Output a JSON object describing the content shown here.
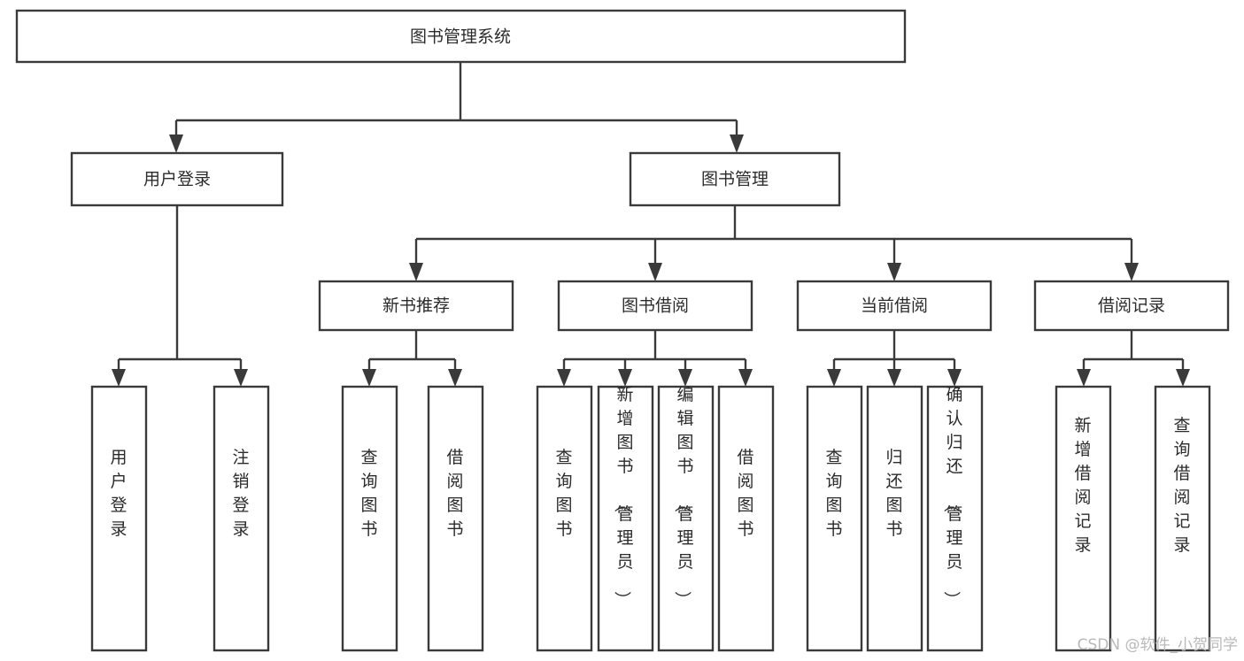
{
  "diagram": {
    "title": "图书管理系统",
    "type": "tree-hierarchy-chart",
    "orientation": "top-down",
    "colors": {
      "box_stroke": "#3a3a3a",
      "box_fill": "#ffffff",
      "connector": "#3a3a3a",
      "text": "#2b2b2b",
      "background": "#ffffff",
      "watermark": "#b9b9b9"
    },
    "root": {
      "label": "图书管理系统"
    },
    "level2": [
      {
        "label": "用户登录"
      },
      {
        "label": "图书管理"
      }
    ],
    "level3": [
      {
        "label": "新书推荐"
      },
      {
        "label": "图书借阅"
      },
      {
        "label": "当前借阅"
      },
      {
        "label": "借阅记录"
      }
    ],
    "leaves": {
      "user_login": [
        {
          "label": "用户登录"
        },
        {
          "label": "注销登录"
        }
      ],
      "new_book_recommend": [
        {
          "label": "查询图书"
        },
        {
          "label": "借阅图书"
        }
      ],
      "book_borrow": [
        {
          "label": "查询图书"
        },
        {
          "label": "新增图书（管理员）"
        },
        {
          "label": "编辑图书（管理员）"
        },
        {
          "label": "借阅图书"
        }
      ],
      "current_borrow": [
        {
          "label": "查询图书"
        },
        {
          "label": "归还图书"
        },
        {
          "label": "确认归还（管理员）"
        }
      ],
      "borrow_record": [
        {
          "label": "新增借阅记录"
        },
        {
          "label": "查询借阅记录"
        }
      ]
    }
  },
  "watermark": {
    "text": "CSDN @软件_小贺同学"
  }
}
